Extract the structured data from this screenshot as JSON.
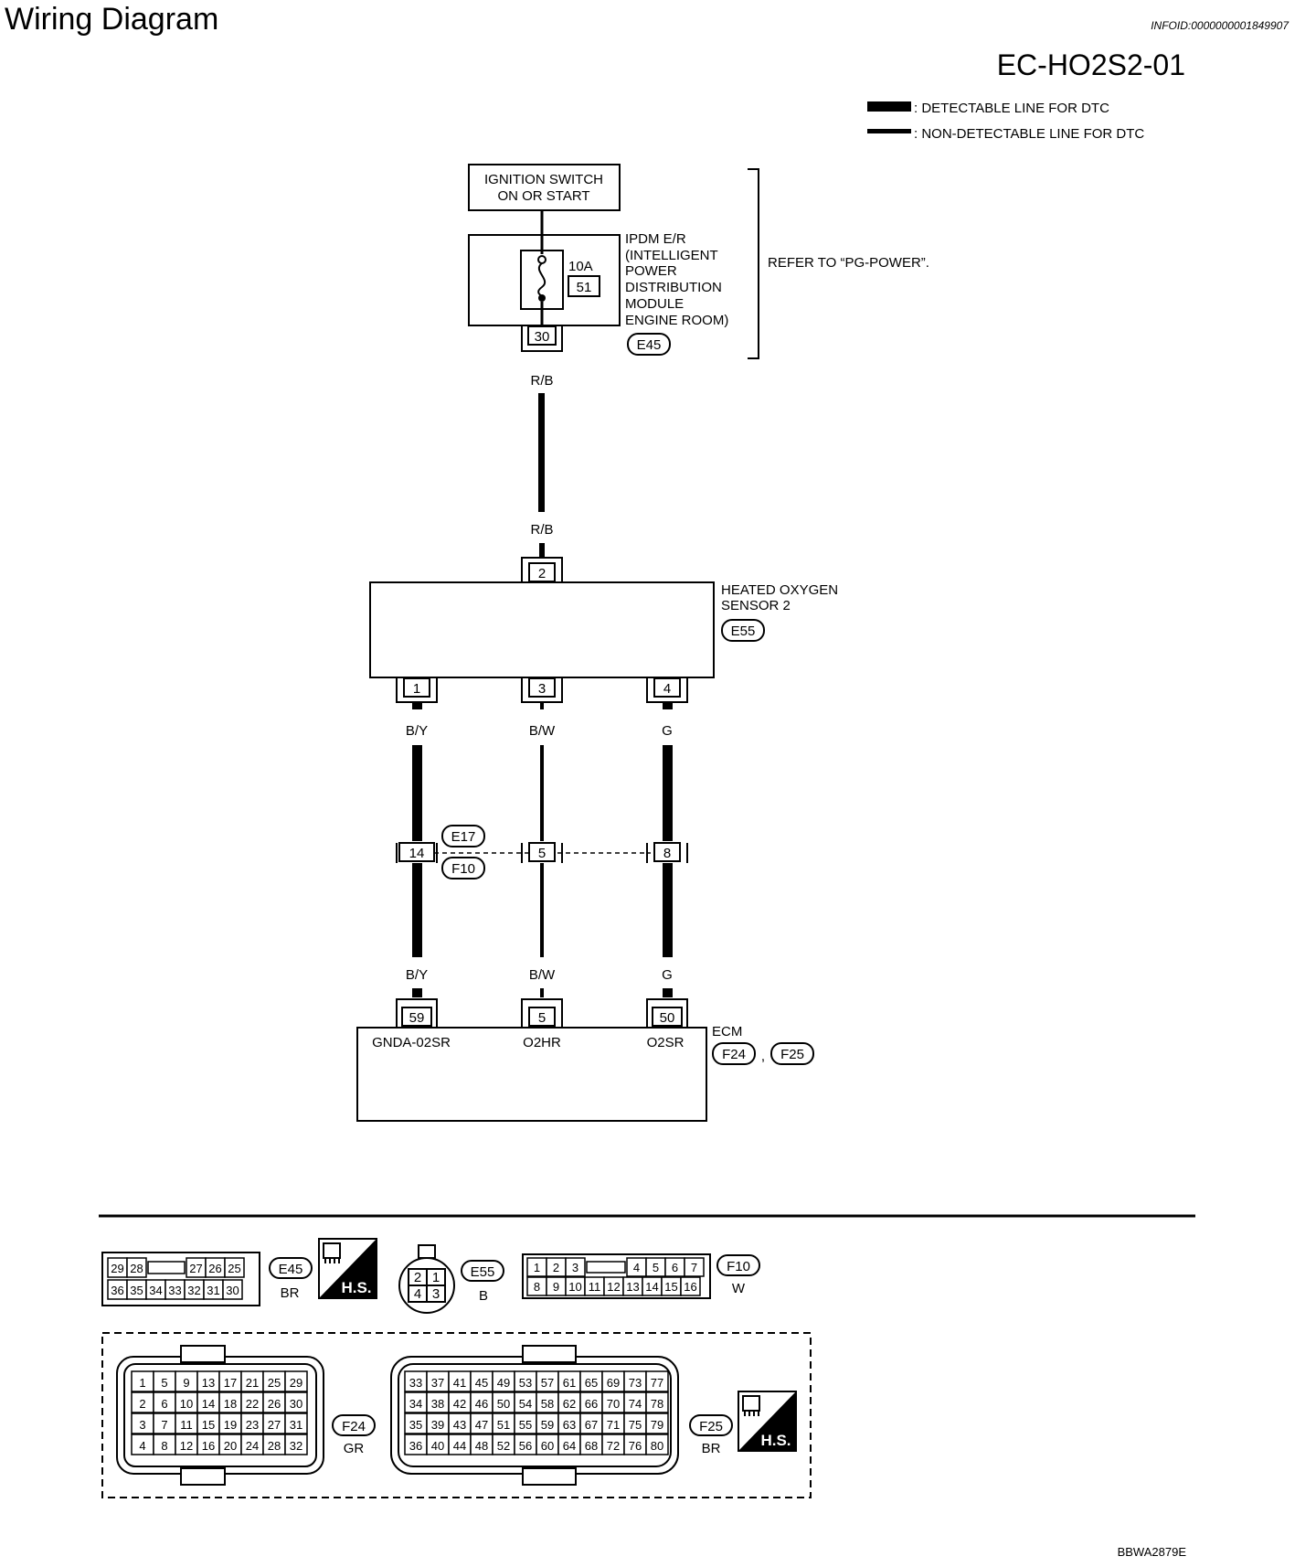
{
  "header": {
    "title": "Wiring Diagram",
    "info_id": "INFOID:0000000001849907",
    "diagram_code": "EC-HO2S2-01",
    "footer_code": "BBWA2879E"
  },
  "legend": {
    "detectable": ": DETECTABLE LINE FOR DTC",
    "non_detectable": ": NON-DETECTABLE LINE FOR DTC"
  },
  "ignition": {
    "line1": "IGNITION SWITCH",
    "line2": "ON OR START"
  },
  "ipdm": {
    "lines": [
      "IPDM E/R",
      "(INTELLIGENT",
      "POWER",
      "DISTRIBUTION",
      "MODULE",
      "ENGINE ROOM)"
    ],
    "fuse_rating": "10A",
    "fuse_number": "51",
    "terminal": "30",
    "connector": "E45",
    "refer": "REFER TO “PG-POWER”."
  },
  "wire_top": "R/B",
  "wire_mid": "R/B",
  "sensor": {
    "line1": "HEATED OXYGEN",
    "line2": "SENSOR 2",
    "connector": "E55",
    "top_pin": "2",
    "bottom_pins": [
      "1",
      "3",
      "4"
    ]
  },
  "wires_upper": [
    "B/Y",
    "B/W",
    "G"
  ],
  "joint": {
    "pins": [
      "14",
      "5",
      "8"
    ],
    "conn_top": "E17",
    "conn_bottom": "F10"
  },
  "wires_lower": [
    "B/Y",
    "B/W",
    "G"
  ],
  "ecm": {
    "name": "ECM",
    "pins": [
      "59",
      "5",
      "50"
    ],
    "terminal_names": [
      "GNDA-02SR",
      "O2HR",
      "O2SR"
    ],
    "connector1": "F24",
    "separator": ",",
    "connector2": "F25"
  },
  "connectors": {
    "e45": {
      "id": "E45",
      "color": "BR",
      "row1": [
        "29",
        "28",
        "",
        "27",
        "26",
        "25"
      ],
      "row2": [
        "36",
        "35",
        "34",
        "33",
        "32",
        "31",
        "30"
      ]
    },
    "e55": {
      "id": "E55",
      "color": "B",
      "pins": [
        "2",
        "1",
        "4",
        "3"
      ]
    },
    "f10": {
      "id": "F10",
      "color": "W",
      "row1": [
        "1",
        "2",
        "3",
        "",
        "4",
        "5",
        "6",
        "7"
      ],
      "row2": [
        "8",
        "9",
        "10",
        "11",
        "12",
        "13",
        "14",
        "15",
        "16"
      ]
    },
    "f24": {
      "id": "F24",
      "color": "GR",
      "rows": [
        [
          "1",
          "5",
          "9",
          "13",
          "17",
          "21",
          "25",
          "29"
        ],
        [
          "2",
          "6",
          "10",
          "14",
          "18",
          "22",
          "26",
          "30"
        ],
        [
          "3",
          "7",
          "11",
          "15",
          "19",
          "23",
          "27",
          "31"
        ],
        [
          "4",
          "8",
          "12",
          "16",
          "20",
          "24",
          "28",
          "32"
        ]
      ]
    },
    "f25": {
      "id": "F25",
      "color": "BR",
      "rows": [
        [
          "33",
          "37",
          "41",
          "45",
          "49",
          "53",
          "57",
          "61",
          "65",
          "69",
          "73",
          "77"
        ],
        [
          "34",
          "38",
          "42",
          "46",
          "50",
          "54",
          "58",
          "62",
          "66",
          "70",
          "74",
          "78"
        ],
        [
          "35",
          "39",
          "43",
          "47",
          "51",
          "55",
          "59",
          "63",
          "67",
          "71",
          "75",
          "79"
        ],
        [
          "36",
          "40",
          "44",
          "48",
          "52",
          "56",
          "60",
          "64",
          "68",
          "72",
          "76",
          "80"
        ]
      ]
    },
    "hs_label": "H.S."
  }
}
